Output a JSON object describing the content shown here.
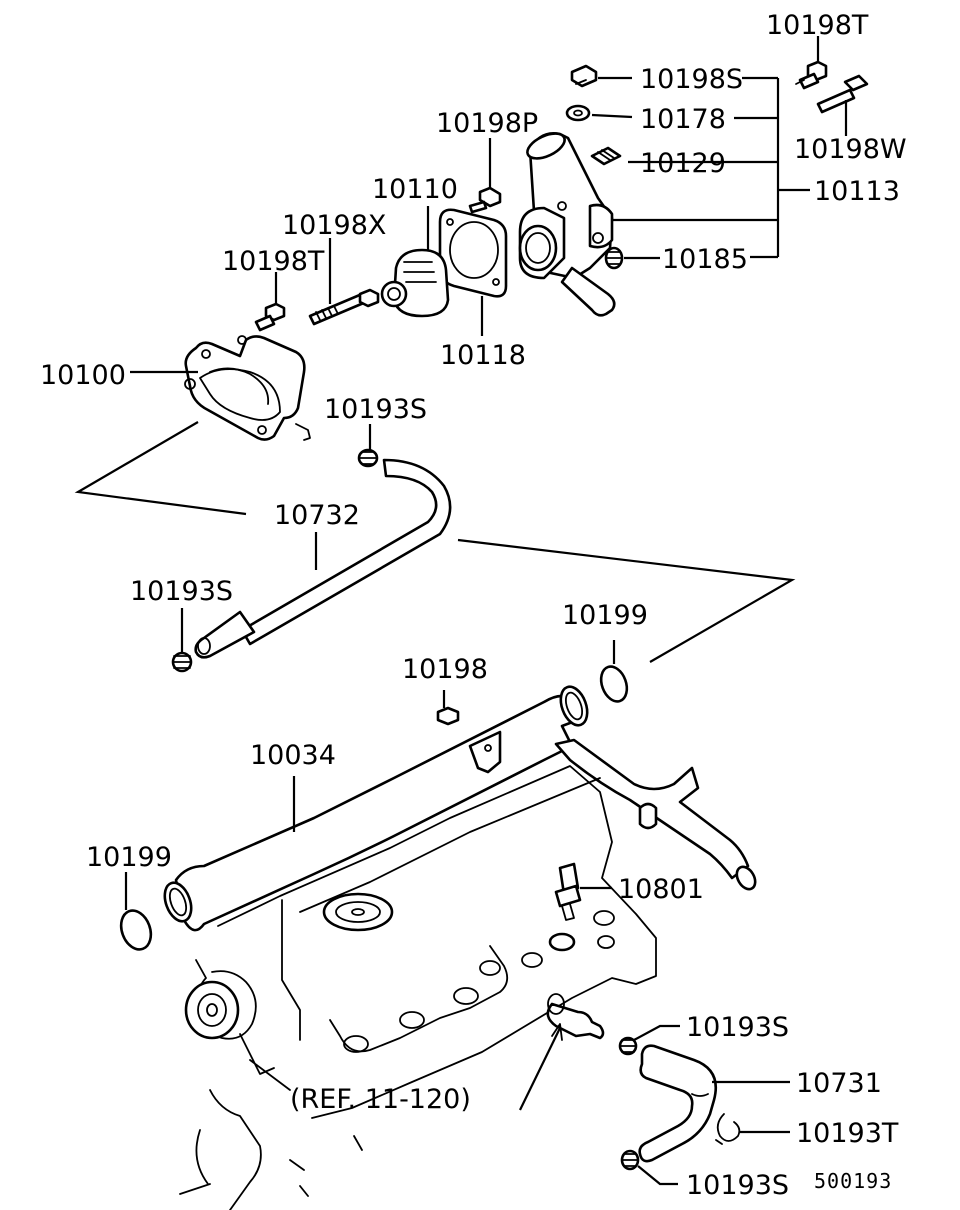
{
  "diagram": {
    "labels": {
      "p10198T_top": "10198T",
      "p10198S": "10198S",
      "p10178": "10178",
      "p10129": "10129",
      "p10113": "10113",
      "p10185": "10185",
      "p10198W": "10198W",
      "p10198P": "10198P",
      "p10110": "10110",
      "p10198X": "10198X",
      "p10198T_left": "10198T",
      "p10118": "10118",
      "p10100": "10100",
      "p10193S_a": "10193S",
      "p10732": "10732",
      "p10193S_b": "10193S",
      "p10199_right": "10199",
      "p10198": "10198",
      "p10034": "10034",
      "p10199_left": "10199",
      "p10801": "10801",
      "p10193S_c": "10193S",
      "p10731": "10731",
      "p10193T": "10193T",
      "p10193S_d": "10193S",
      "ref": "(REF. 11-120)",
      "figure_code": "500193"
    }
  }
}
